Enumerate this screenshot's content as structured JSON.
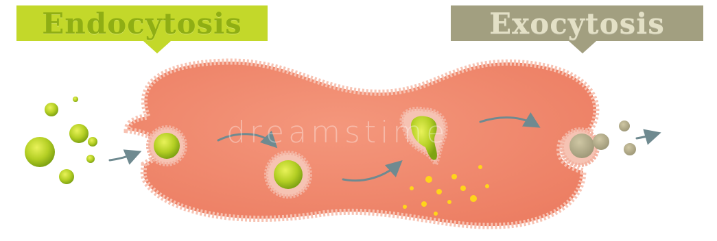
{
  "labels": {
    "endocytosis": "Endocytosis",
    "exocytosis": "Exocytosis"
  },
  "watermark": "dreamstime",
  "colors": {
    "cell_fill": "#f08c72",
    "membrane": "#f4b7a3",
    "particle_green": "#b7d229",
    "particle_dark": "#7fa313",
    "vesicle_membrane": "#f3b19f",
    "arrow": "#6f8a90",
    "secreted": "#a8a287",
    "yellow_dots": "#ffd51a",
    "endo_label_bg": "#c3d82a",
    "exo_label_bg": "#a29f80"
  },
  "icons": [
    "arrow-icon"
  ]
}
